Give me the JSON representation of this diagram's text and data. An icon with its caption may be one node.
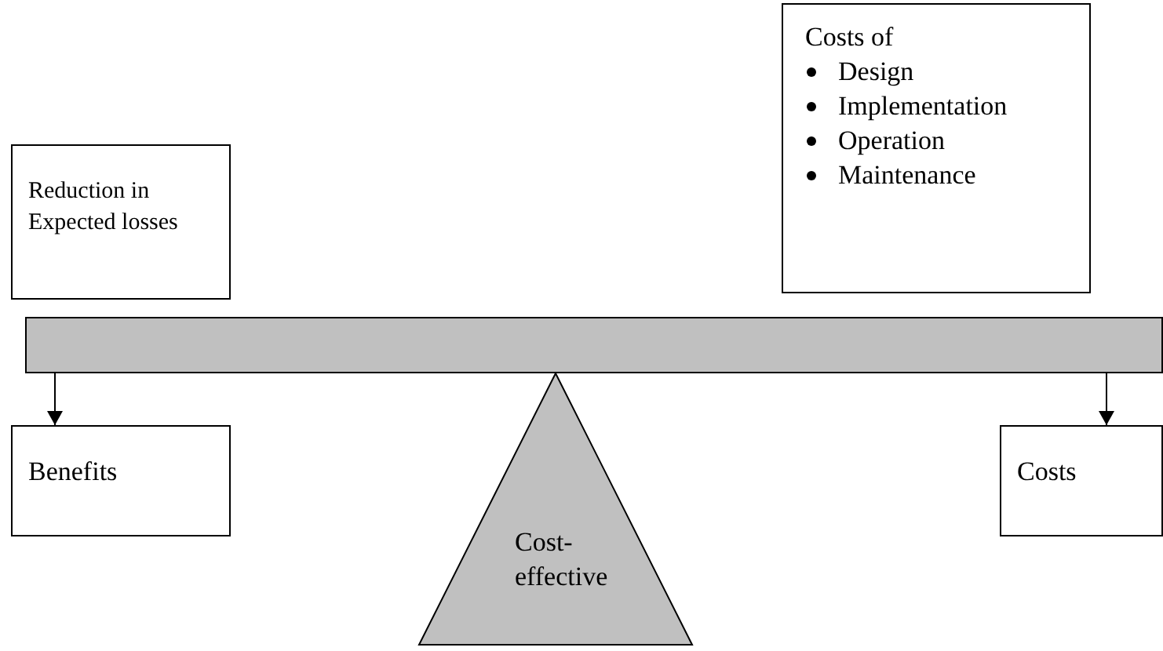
{
  "diagram": {
    "nodes": [
      {
        "text": [
          "Reduction in Expected losses"
        ]
      },
      {
        "text": [
          "Costs of",
          "Design",
          "Implementation",
          "Operation",
          "Maintenance"
        ]
      },
      {
        "text": [],
        "shape": "bar"
      },
      {
        "text": [
          "Benefits"
        ]
      },
      {
        "text": [
          "Cost-effective"
        ]
      },
      {
        "text": [
          "Costs"
        ]
      }
    ],
    "edges": [
      {
        "from": 2,
        "to": 3,
        "arrow": "to"
      },
      {
        "from": 2,
        "to": 5,
        "arrow": "to"
      }
    ]
  }
}
